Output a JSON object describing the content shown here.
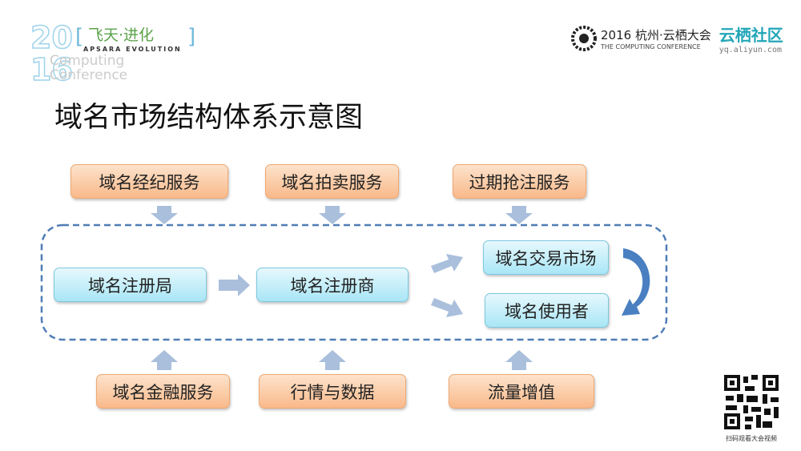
{
  "header": {
    "left_logo": {
      "year": "2016",
      "slogan_cn": "飞天·进化",
      "slogan_en": "APSARA EVOLUTION",
      "subtitle": "The Computing Conference"
    },
    "right_logo": {
      "event": "2016 杭州·云栖大会",
      "event_en": "THE COMPUTING CONFERENCE",
      "brand": "云栖社区",
      "url": "yq.aliyun.com"
    }
  },
  "title": "域名市场结构体系示意图",
  "diagram": {
    "top_services": [
      "域名经纪服务",
      "域名拍卖服务",
      "过期抢注服务"
    ],
    "core": {
      "registry": "域名注册局",
      "registrar": "域名注册商",
      "market": "域名交易市场",
      "users": "域名使用者"
    },
    "bottom_services": [
      "域名金融服务",
      "行情与数据",
      "流量增值"
    ]
  },
  "qr": {
    "caption": "扫码观看大会视频"
  },
  "colors": {
    "orange_fill": "#f9b98a",
    "blue_fill": "#a9e6f6",
    "arrow": "#a9bfdc",
    "dashed_border": "#4f7db5",
    "curved_arrow": "#4a7fc1"
  }
}
